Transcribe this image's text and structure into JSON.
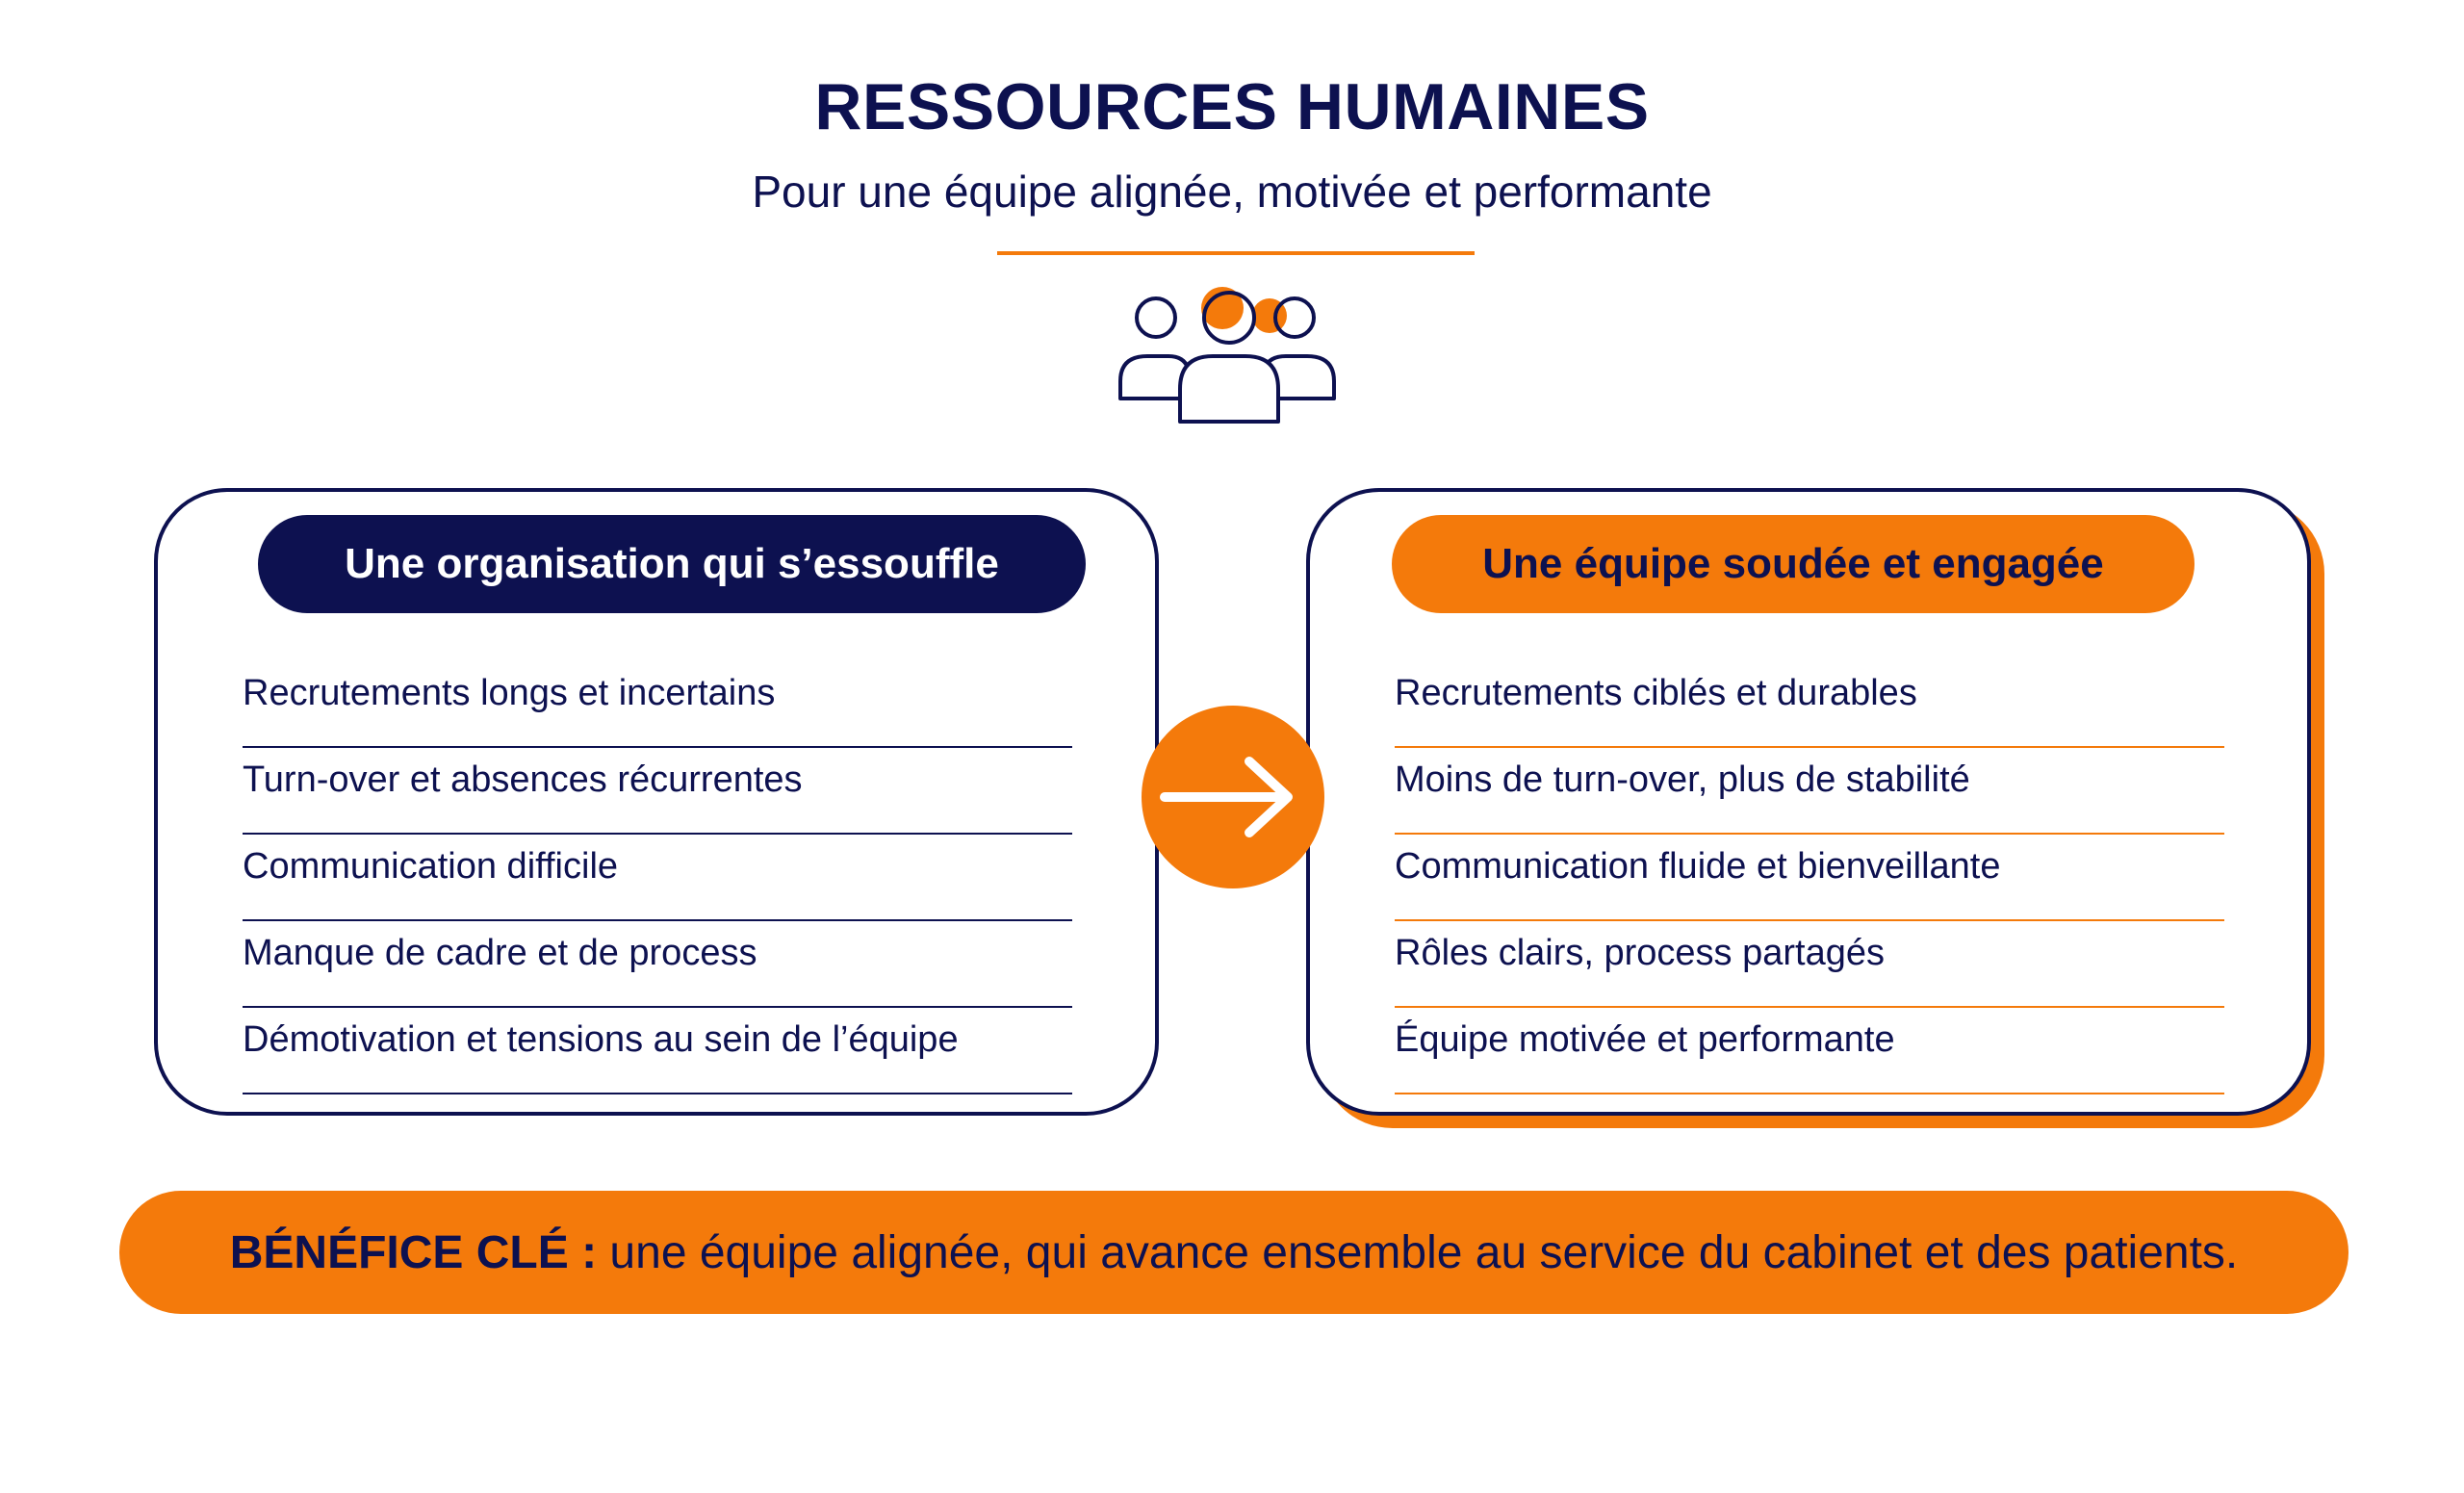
{
  "header": {
    "title": "RESSOURCES HUMAINES",
    "subtitle": "Pour une équipe alignée, motivée et performante"
  },
  "icons": {
    "team": "team-icon",
    "arrow": "arrow-right-icon"
  },
  "left_panel": {
    "heading": "Une organisation qui s’essouffle",
    "items": [
      "Recrutements longs et incertains",
      "Turn-over et absences récurrentes",
      "Communication difficile",
      "Manque de cadre et de process",
      "Démotivation et tensions au sein de l’équipe"
    ]
  },
  "right_panel": {
    "heading": "Une équipe soudée et engagée",
    "items": [
      "Recrutements ciblés et durables",
      "Moins de turn-over, plus de stabilité",
      "Communication fluide et bienveillante",
      "Rôles clairs, process partagés",
      "Équipe motivée et performante"
    ]
  },
  "banner": {
    "label": "BÉNÉFICE CLÉ :",
    "text": "une équipe alignée, qui avance ensemble au service du cabinet et des patients."
  },
  "colors": {
    "navy": "#0d1150",
    "orange": "#f47a0b",
    "background": "#ffffff"
  }
}
